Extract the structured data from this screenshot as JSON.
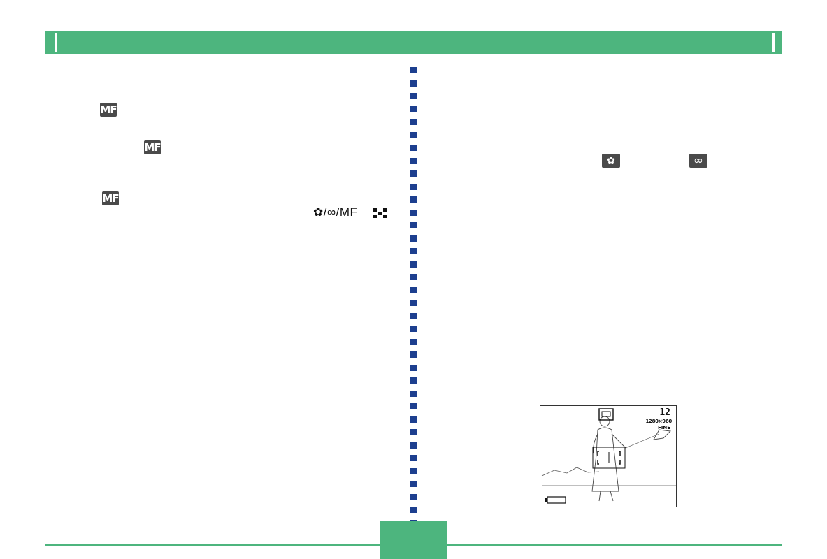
{
  "colors": {
    "accent": "#4db57e",
    "divider_dots": "#1d3f8f",
    "icon_bg": "#4a4a4a"
  },
  "left_column": {
    "icons": [
      {
        "name": "manual-focus-icon",
        "text": "MF"
      },
      {
        "name": "manual-focus-icon",
        "text": "MF"
      },
      {
        "name": "manual-focus-icon",
        "text": "MF"
      }
    ],
    "focus_mode_label": "/∞/MF",
    "macro_glyph": "✿",
    "grid_icon": "focus-area-icon"
  },
  "right_column": {
    "macro_icon": {
      "name": "macro-icon",
      "text": "✿"
    },
    "infinity_icon": {
      "name": "infinity-icon",
      "text": "∞"
    }
  },
  "lcd_display": {
    "shots_remaining": "12",
    "resolution": "1280×960",
    "quality": "FINE",
    "battery_icon": "battery-icon",
    "self_icon": "mode-icon"
  }
}
